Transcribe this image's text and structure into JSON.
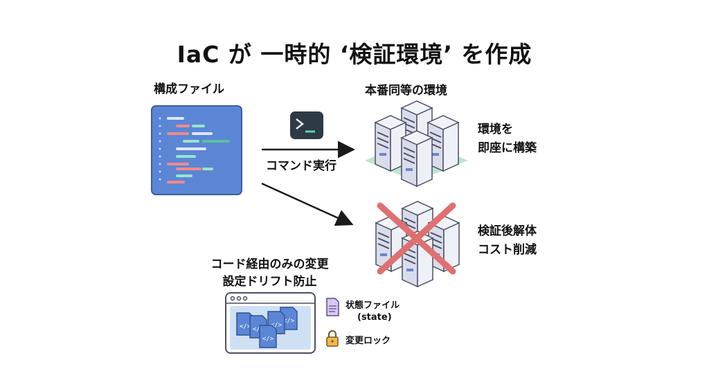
{
  "title": "IaC が 一時的 ‘検証環境’ を作成",
  "config_file": {
    "label": "構成ファイル"
  },
  "command": {
    "label": "コマンド実行",
    "icon": "terminal-icon"
  },
  "prod_env": {
    "label": "本番同等の環境",
    "desc_line1": "環境を",
    "desc_line2": "即座に構築"
  },
  "deleted_env": {
    "desc_line1": "検証後解体",
    "desc_line2": "コスト削減"
  },
  "code_change": {
    "line1": "コード経由のみの変更",
    "line2": "設定ドリフト防止"
  },
  "legend": {
    "state_line1": "状態ファイル",
    "state_line2": "(state)",
    "lock": "変更ロック"
  },
  "colors": {
    "file_blue": "#5b86d6",
    "arrow": "#1a1a1a",
    "cross": "#e07070",
    "platform": "#bfe5cf",
    "server": "#e3e6f1",
    "lock": "#f2b84b",
    "state": "#b39ddb"
  }
}
